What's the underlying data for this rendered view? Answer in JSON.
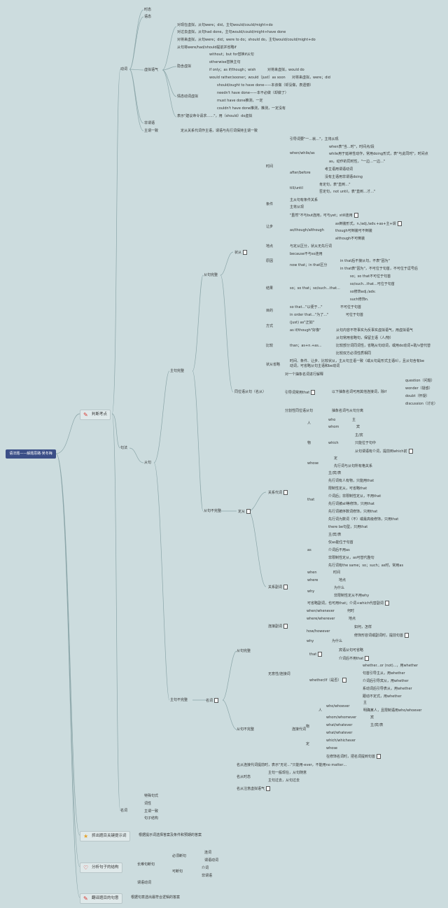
{
  "root": "语法题——解题思路·吴冬梅",
  "branches": [
    {
      "label": "判断考点",
      "icon": "pencil-icon"
    },
    {
      "label": "抓出题目关键提示词",
      "icon": "star-icon"
    },
    {
      "label": "分析句子的结构",
      "icon": "heart-icon"
    },
    {
      "label": "翻译题目的句意",
      "icon": "pencil-icon"
    }
  ],
  "notes": {
    "keywords": "根据提示词选择答案及条件和预期的答案",
    "translate": "根据句意选出最符合逻辑的答案"
  },
  "nodes": {
    "dongci": "动词",
    "shitai": "时态",
    "yutai": "语态",
    "xuni": "虚拟语气",
    "xuni_now": "对现在虚拟，从句were；did，主句would/could/might+do",
    "xuni_past": "对过去虚拟，从句had done，主句would/could/might+have done",
    "xuni_future": "对将来虚拟，从句were；did；were to do；should do，主句would/could/might+do",
    "xuni_inv": "从句将were/had/should提前并省略if",
    "yinhan": "隐含虚拟",
    "without": "without；but for替换if从句",
    "otherwise": "otherwise替换主句",
    "ifonly": "if only；as if/though；wish",
    "ifonly_note": "对将来虚拟，would do",
    "rather": "would rather/sooner；would（just）as soon",
    "rather_note": "对将来虚拟，were；did",
    "qingtai": "情态动词虚拟",
    "should_have": "should/ought to have done——本该做（却没做，表遗憾）",
    "neednt": "needn't have done——本不必做（却做了）",
    "must_have": "must have done推测，一定",
    "couldnt": "couldn't have done推测，推测，一定没有",
    "biaoshi": "表示\"建议命令请求……\"，用（should）do虚拟",
    "feiweiyu": "非谓语",
    "zhuwei": "主谓一致",
    "zhuwei_note": "定从关系代词作主语，谓语与先行词保持主谓一致",
    "jufa": "句法",
    "mingci": "名词",
    "congju": "从句",
    "zhuju_wanzheng": "主句完整",
    "zhuju_buwanzheng": "主句不完整",
    "congju_wanzheng": "从句完整",
    "congju_buwanzheng": "从句不完整",
    "zhuangcong": "状从",
    "shijian": "时间",
    "yindao": "引导词要\"一…就…\"，主将从现",
    "when_while": "when/while/as",
    "when_note": "when表\"当…时\"，时间点/段",
    "while_note": "while用于延续性动作，常用doing形式，表\"与此同时\"，时间点",
    "as_note": "as，动作的同时性，\"一边…一边…\"",
    "after_before": "after/before",
    "ab_note1": "考主语用谓语动词",
    "ab_note2": "没有主语用非谓语doing",
    "till_until": "till/until",
    "tu_note1": "肯定句，表\"直到…\"",
    "tu_note2": "否定句，not until，表\"直到…才…\"",
    "tiaojian": "条件",
    "tj_note1": "主从句有条件关系",
    "tj_note2": "主将从现",
    "rangbu": "让步",
    "rb_note1": "\"虽然\"不与but连用，可与yet；still连用",
    "asthough": "as/though/although",
    "at_note1": "as倒装形式，n./adj./adv.+as+主+谓",
    "at_note2": "though可倒装可不倒装",
    "at_note3": "although不可倒装",
    "didian": "地点",
    "dd_note": "与定从区分，状从无先行词",
    "yuanyin": "原因",
    "yy_note1": "because不与so连用",
    "nowthat": "now that；in that区分",
    "nt_note1": "in that后不接从句，不表\"因为\"",
    "nt_note2": "in that表\"因为\"，不可位于句首，不可位于逗号后",
    "jieguo": "结果",
    "sothat": "so；so that；so/such...that...",
    "st_note1": "so；so that不可位于句首",
    "st_note2": "so/such...that...可位于句首",
    "st_note3": "so修饰adj./adv.",
    "st_note4": "such修饰n.",
    "mudi": "目的",
    "md_note1": "so that...\"以便于...\"",
    "md_note1b": "不可位于句首",
    "md_note2": "in order that...\"为了...\"",
    "md_note2b": "可位于句首",
    "fangshi": "方式",
    "fs_note1": "(just) as\"正如\"",
    "fs_note2": "as if/though\"好像\"",
    "fs_note2b": "从句内容不符事实为反事实虚拟语气，用虚拟语气",
    "bijiao": "比较",
    "than": "than；as+n.+as...",
    "bj_note1": "从句常用省略句，保留主语（人/物）",
    "bj_note2": "比较部分词同词性，省略从句动词，或用do动词+助/v替代替",
    "bj_note3": "比较双方必须性质相同",
    "zhuangcong_sheng": "状从省略",
    "zcs_note": "时间、条件、让步、比较状从，主从句主语一致（或从句是形式主语it），且从句含有be动词，可省略从句主语和be动词",
    "tongwei": "同位语从句（名从）",
    "tw_note1": "对一个抽象名词进行解释",
    "tw_that": "引导词常用that",
    "tw_note2": "以下抽象名词可用其他连接词，除if",
    "question": "question（问题）",
    "wonder": "wonder（疑惑）",
    "doubt": "doubt（怀疑）",
    "discussion": "discussion（讨论）",
    "tw_note3": "分割性同位语从句",
    "tw_note3b": "抽象名词与从句分离",
    "dingcong": "定从",
    "guanxi_dai": "关系代词",
    "ren": "人",
    "who": "who",
    "zhu": "主",
    "whom": "whom",
    "bin": "宾",
    "wu": "物",
    "which": "which",
    "w_note1": "主/宾",
    "w_note2": "只能位于句中",
    "w_note3": "从句谓语有介词，提前到which前",
    "whose": "whose",
    "whose_note1": "定",
    "whose_note2": "先行词与从句所有格关系",
    "that": "that",
    "that_note1": "主/宾/表",
    "that_note2": "先行词有人有物，只能用that",
    "that_note3": "限制性定从，可省略that",
    "that_note4": "介词后；非限制性定从，不用that",
    "that_note5": "先行词被all等修饰，只用that",
    "that_note6": "先行词被序数词修饰，只用that",
    "that_note7": "先行词被最高级修饰，只用that",
    "that_note8": "先行词为数词（不）或最高级修饰，只用that",
    "that_note9": "there be句型，只用that",
    "as": "as",
    "as_n1": "主/宾/表",
    "as_n2": "仅as能位于句首",
    "as_n3": "介词后不用as",
    "as_n4": "非限制性定从，as可替代整句",
    "as_n5": "先行词有the same；so；such；as时，常用as",
    "guanxi_fu": "关系副词",
    "when": "when",
    "shijian2": "时间",
    "where": "where",
    "didian2": "地点",
    "why": "why",
    "why_note1": "为什么",
    "why_note2": "非限制性定从不用why",
    "gf_note": "可省略副词，也可用that；介词+which代替副词",
    "lianxi_fu": "连接副词",
    "whenever": "when/whenever",
    "hesh": "何时",
    "wherever": "where/wherever",
    "hechu": "地点",
    "however": "how/however",
    "however_note1": "如何，怎样",
    "however_note2": "修饰形容词或副词时，提前句首",
    "why2": "why",
    "weishenme": "为什么",
    "wuyiyi": "无意性/连接词",
    "that2": "that",
    "that2_note1": "宾语从句可省略",
    "that2_note2": "介词后不用that",
    "whether": "whether/if（是否）",
    "wh_n1": "whether...or (not)...，用whether",
    "wh_n2": "句首引导主从，用whether",
    "wh_n3": "介词后引导宾从，用whether",
    "wh_n4": "系动词后引导表从，用whether",
    "wh_n5": "跟动不定式，用whether",
    "lianjie_dai": "连接代词",
    "ren2": "人",
    "whowhoever": "who/whoever",
    "zhu2": "主",
    "wwho_note": "明确某人，且限制语用who/whoever",
    "whomwhomever": "whom/whomever",
    "bin2": "宾",
    "wu2": "物",
    "whatwhatever": "what/whatever",
    "zbb": "主/宾/表",
    "ding": "定",
    "whatwhatever2": "what/whatever",
    "whichwhichever": "which/whichever",
    "whose2": "whose",
    "whose2_note": "在修饰名词时，把名词提到句首",
    "mc_note1": "名从连接代词提前时，表示\"无论…\"只能用-ever，不能用no matter…",
    "mc_shitai": "名从时态",
    "mcs_note1": "主句一般现在，从句随意",
    "mcs_note2": "主句过去，从句过去",
    "mc_note2": "名从注意虚拟语气",
    "jiegou": "特殊句式",
    "cixing": "词性",
    "zhuwei2": "主谓一致",
    "juzi": "句子结构",
    "changnan": "长难句断句",
    "bixu": "必须断句",
    "liandai": "连词",
    "xuanpai": "谓语动词",
    "kedaun": "可断句",
    "jieci": "介词",
    "feiwei": "非谓语",
    "wei_dong": "谓语动词"
  },
  "colors": {
    "root_bg": "#3b4f87",
    "line": "#8aa5a8",
    "box_bg": "#dfe9ea"
  }
}
